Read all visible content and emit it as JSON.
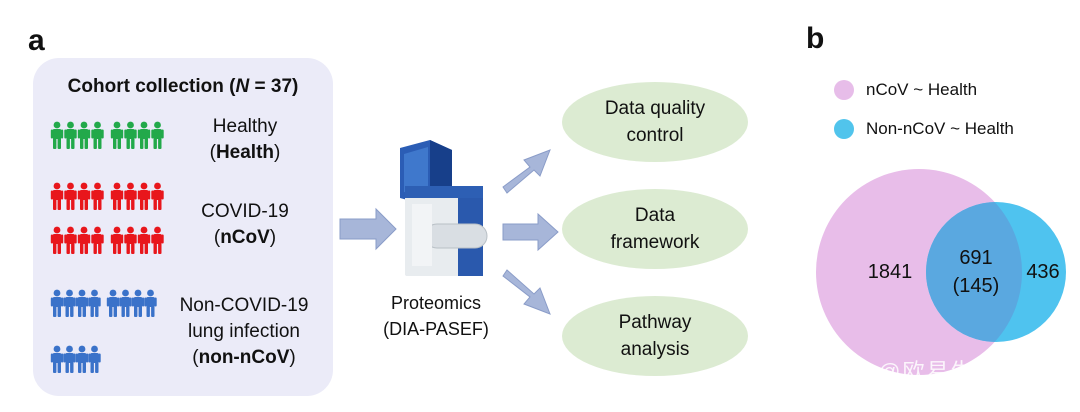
{
  "panel_a": {
    "label": "a",
    "cohort": {
      "title_prefix": "Cohort collection (",
      "title_n": "N",
      "title_suffix": " = 37)",
      "groups": [
        {
          "line1": "Healthy",
          "line2_pre": "(",
          "line2_bold": "Health",
          "line2_post": ")",
          "color": "#22a94a"
        },
        {
          "line1": "COVID-19",
          "line2_pre": "(",
          "line2_bold": "nCoV",
          "line2_post": ")",
          "color": "#e8161c"
        },
        {
          "line1": "Non-COVID-19",
          "line1b": "lung infection",
          "line2_pre": "(",
          "line2_bold": "non-nCoV",
          "line2_post": ")",
          "color": "#3a72c9"
        }
      ]
    },
    "instrument": {
      "line1": "Proteomics",
      "line2": "(DIA-PASEF)"
    },
    "outputs": [
      {
        "line1": "Data quality",
        "line2": "control"
      },
      {
        "line1": "Data",
        "line2": "framework"
      },
      {
        "line1": "Pathway",
        "line2": "analysis"
      }
    ]
  },
  "panel_b": {
    "label": "b",
    "legend": [
      {
        "label": "nCoV ~ Health",
        "color": "#e7bde9"
      },
      {
        "label": "Non-nCoV ~ Health",
        "color": "#51c4ec"
      }
    ],
    "venn": {
      "left_only": "1841",
      "overlap": "691",
      "overlap_sub": "(145)",
      "right_only": "436",
      "left_color": "#e8bde9",
      "right_color": "#4fc3ef",
      "overlap_color": "#5aa8e0"
    }
  },
  "watermark": "知乎 @欧易生物"
}
